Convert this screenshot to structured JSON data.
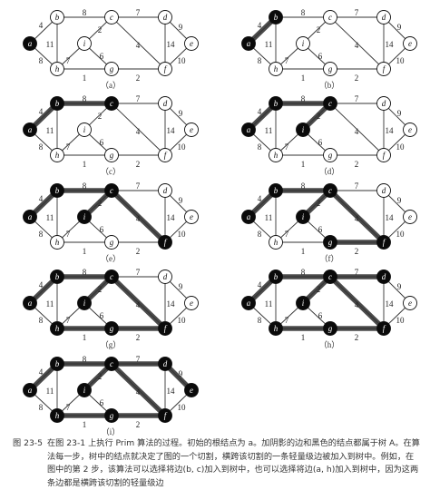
{
  "figure": {
    "number": "图 23-5",
    "caption": "在图 23-1 上执行 Prim 算法的过程。初始的根结点为 a。加阴影的边和黑色的结点都属于树 A。在算法每一步，树中的结点就决定了图的一个切割，横跨该切割的一条轻量级边被加入到树中。例如，在图中的第 2 步，该算法可以选择将边(b, c)加入到树中，也可以选择将边(a, h)加入到树中，因为这两条边都是横跨该切割的轻量级边"
  },
  "graph": {
    "nodes": [
      "a",
      "b",
      "c",
      "d",
      "e",
      "f",
      "g",
      "h",
      "i"
    ],
    "edges": [
      {
        "u": "a",
        "v": "b",
        "w": 4
      },
      {
        "u": "a",
        "v": "h",
        "w": 8
      },
      {
        "u": "b",
        "v": "c",
        "w": 8
      },
      {
        "u": "b",
        "v": "h",
        "w": 11
      },
      {
        "u": "c",
        "v": "d",
        "w": 7
      },
      {
        "u": "c",
        "v": "i",
        "w": 2
      },
      {
        "u": "c",
        "v": "f",
        "w": 4
      },
      {
        "u": "d",
        "v": "e",
        "w": 9
      },
      {
        "u": "d",
        "v": "f",
        "w": 14
      },
      {
        "u": "e",
        "v": "f",
        "w": 10
      },
      {
        "u": "f",
        "v": "g",
        "w": 2
      },
      {
        "u": "g",
        "v": "h",
        "w": 1
      },
      {
        "u": "g",
        "v": "i",
        "w": 6
      },
      {
        "u": "h",
        "v": "i",
        "w": 7
      }
    ]
  },
  "panels": [
    {
      "label": "（a）",
      "tree_nodes": [
        "a"
      ],
      "tree_edges": []
    },
    {
      "label": "（b）",
      "tree_nodes": [
        "a",
        "b"
      ],
      "tree_edges": [
        [
          "a",
          "b"
        ]
      ]
    },
    {
      "label": "（c）",
      "tree_nodes": [
        "a",
        "b",
        "c"
      ],
      "tree_edges": [
        [
          "a",
          "b"
        ],
        [
          "b",
          "c"
        ]
      ]
    },
    {
      "label": "（d）",
      "tree_nodes": [
        "a",
        "b",
        "c",
        "i"
      ],
      "tree_edges": [
        [
          "a",
          "b"
        ],
        [
          "b",
          "c"
        ],
        [
          "c",
          "i"
        ]
      ]
    },
    {
      "label": "（e）",
      "tree_nodes": [
        "a",
        "b",
        "c",
        "i",
        "f"
      ],
      "tree_edges": [
        [
          "a",
          "b"
        ],
        [
          "b",
          "c"
        ],
        [
          "c",
          "i"
        ],
        [
          "c",
          "f"
        ]
      ]
    },
    {
      "label": "（f）",
      "tree_nodes": [
        "a",
        "b",
        "c",
        "i",
        "f",
        "g"
      ],
      "tree_edges": [
        [
          "a",
          "b"
        ],
        [
          "b",
          "c"
        ],
        [
          "c",
          "i"
        ],
        [
          "c",
          "f"
        ],
        [
          "f",
          "g"
        ]
      ]
    },
    {
      "label": "（g）",
      "tree_nodes": [
        "a",
        "b",
        "c",
        "i",
        "f",
        "g",
        "h"
      ],
      "tree_edges": [
        [
          "a",
          "b"
        ],
        [
          "b",
          "c"
        ],
        [
          "c",
          "i"
        ],
        [
          "c",
          "f"
        ],
        [
          "f",
          "g"
        ],
        [
          "g",
          "h"
        ]
      ]
    },
    {
      "label": "（h）",
      "tree_nodes": [
        "a",
        "b",
        "c",
        "i",
        "f",
        "g",
        "h",
        "d"
      ],
      "tree_edges": [
        [
          "a",
          "b"
        ],
        [
          "b",
          "c"
        ],
        [
          "c",
          "i"
        ],
        [
          "c",
          "f"
        ],
        [
          "f",
          "g"
        ],
        [
          "g",
          "h"
        ],
        [
          "c",
          "d"
        ]
      ]
    },
    {
      "label": "（i）",
      "tree_nodes": [
        "a",
        "b",
        "c",
        "i",
        "f",
        "g",
        "h",
        "d",
        "e"
      ],
      "tree_edges": [
        [
          "a",
          "b"
        ],
        [
          "b",
          "c"
        ],
        [
          "c",
          "i"
        ],
        [
          "c",
          "f"
        ],
        [
          "f",
          "g"
        ],
        [
          "g",
          "h"
        ],
        [
          "c",
          "d"
        ],
        [
          "d",
          "e"
        ]
      ]
    }
  ],
  "colors": {
    "tree_edge": "#4a4a4a",
    "tree_node": "#0a0a0a",
    "normal_edge": "#333333",
    "node_fill": "#ffffff"
  }
}
